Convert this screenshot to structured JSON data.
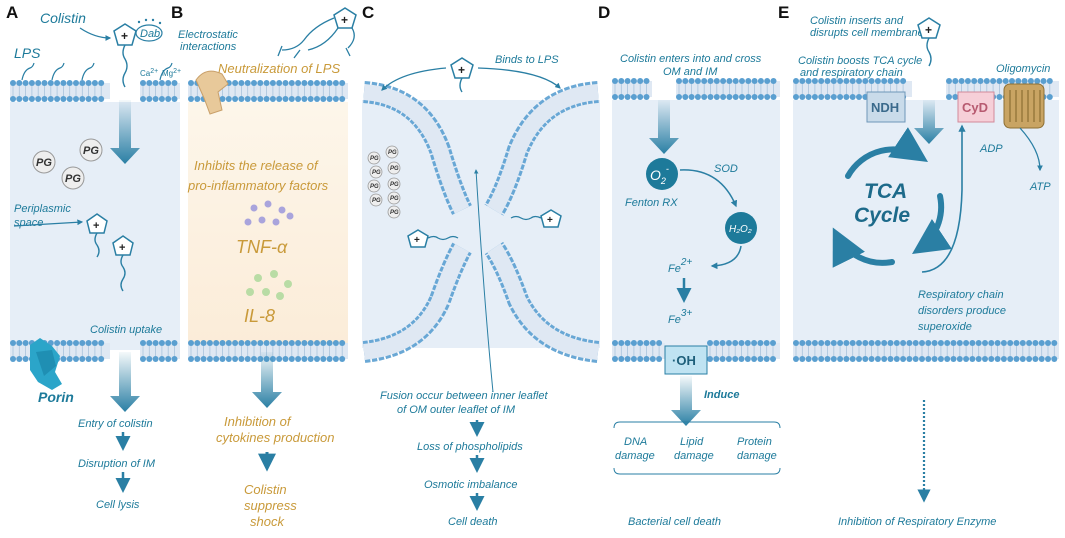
{
  "panels": {
    "a": {
      "letter": "A",
      "colistin": "Colistin",
      "dab": "Dab",
      "lps": "LPS",
      "ca": "Ca",
      "ca_charge": "2+",
      "mg": "Mg",
      "mg_charge": "2+",
      "pg": "PG",
      "periplasmic_line1": "Periplasmic",
      "periplasmic_line2": "space",
      "uptake": "Colistin uptake",
      "porin": "Porin",
      "steps": [
        "Entry of colistin",
        "Disruption of IM",
        "Cell lysis"
      ]
    },
    "b": {
      "letter": "B",
      "electrostatic_line1": "Electrostatic",
      "electrostatic_line2": "interactions",
      "neutralization": "Neutralization of LPS",
      "inhibits_line1": "Inhibits the release of",
      "inhibits_line2": "pro-inflammatory factors",
      "tnf": "TNF-α",
      "il8": "IL-8",
      "inhibition_line1": "Inhibition of",
      "inhibition_line2": "cytokines production",
      "suppress_line1": "Colistin",
      "suppress_line2": "suppress",
      "suppress_line3": "shock"
    },
    "c": {
      "letter": "C",
      "binds": "Binds to LPS",
      "pg": "PG",
      "fusion_line1": "Fusion occur between inner leaflet",
      "fusion_line2": "of OM outer leaflet of IM",
      "steps": [
        "Loss of phospholipids",
        "Osmotic imbalance",
        "Cell death"
      ]
    },
    "d": {
      "letter": "D",
      "enters_line1": "Colistin enters into and cross",
      "enters_line2": "OM and IM",
      "o2": "O",
      "o2_sub": "2",
      "o2_sup": "-",
      "sod": "SOD",
      "fenton": "Fenton RX",
      "h2o2": "H₂O₂",
      "fe": "Fe",
      "fe2_sup": "2+",
      "fe3_sup": "3+",
      "oh": "·OH",
      "induce": "Induce",
      "damages": [
        {
          "line1": "DNA",
          "line2": "damage"
        },
        {
          "line1": "Lipid",
          "line2": "damage"
        },
        {
          "line1": "Protein",
          "line2": "damage"
        }
      ],
      "death": "Bacterial cell death"
    },
    "e": {
      "letter": "E",
      "inserts_line1": "Colistin inserts and",
      "inserts_line2": "disrupts cell membrane",
      "boosts_line1": "Colistin boosts TCA cycle",
      "boosts_line2": "and respiratory chain",
      "oligomycin": "Oligomycin",
      "ndh": "NDH",
      "cyd": "CyD",
      "adp": "ADP",
      "atp": "ATP",
      "tca_line1": "TCA",
      "tca_line2": "Cycle",
      "resp_line1": "Respiratory chain",
      "resp_line2": "disorders produce",
      "resp_line3": "superoxide",
      "inhibition": "Inhibition of Respiratory Enzyme"
    }
  },
  "colors": {
    "membrane_head": "#5a9fd0",
    "membrane_fill": "#dfe8f3",
    "periplasm": "#e6eef7",
    "arrow": "#2a7fa4",
    "text_teal": "#1d7a9a",
    "text_gold": "#c99a3a",
    "panel_b_bg": "#fbf1e2"
  }
}
